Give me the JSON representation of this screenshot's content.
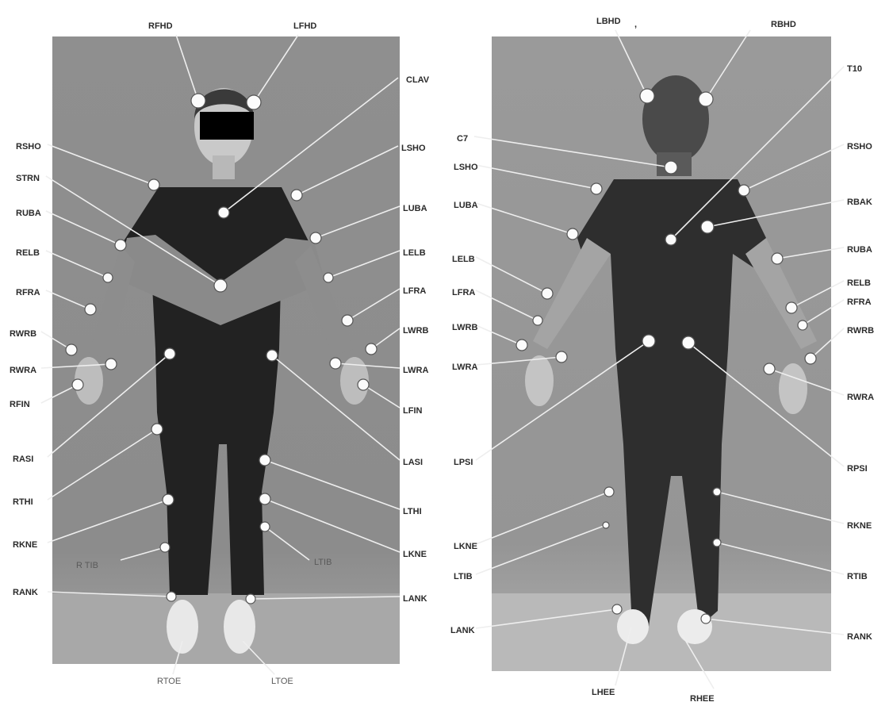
{
  "front_view": {
    "labels": [
      "RFHD",
      "LFHD",
      "CLAV",
      "RSHO",
      "LSHO",
      "STRN",
      "RUBA",
      "LUBA",
      "RELB",
      "LELB",
      "RFRA",
      "LFRA",
      "RWRB",
      "LWRB",
      "RWRA",
      "LWRA",
      "RFIN",
      "LFIN",
      "RASI",
      "LASI",
      "RTHI",
      "LTHI",
      "RKNE",
      "LKNE",
      "R TIB",
      "LTIB",
      "RANK",
      "LANK",
      "RTOE",
      "LTOE"
    ]
  },
  "back_view": {
    "labels": [
      "LBHD",
      "RBHD",
      "T10",
      "C7",
      "LSHO",
      "RSHO",
      "LUBA",
      "RBAK",
      "RUBA",
      "LELB",
      "RELB",
      "LFRA",
      "RFRA",
      "LWRB",
      "RWRB",
      "LWRA",
      "RWRA",
      "LPSI",
      "RPSI",
      "RKNE",
      "LKNE",
      "LTIB",
      "RTIB",
      "LANK",
      "RANK",
      "LHEE",
      "RHEE"
    ]
  },
  "stray_mark": ","
}
